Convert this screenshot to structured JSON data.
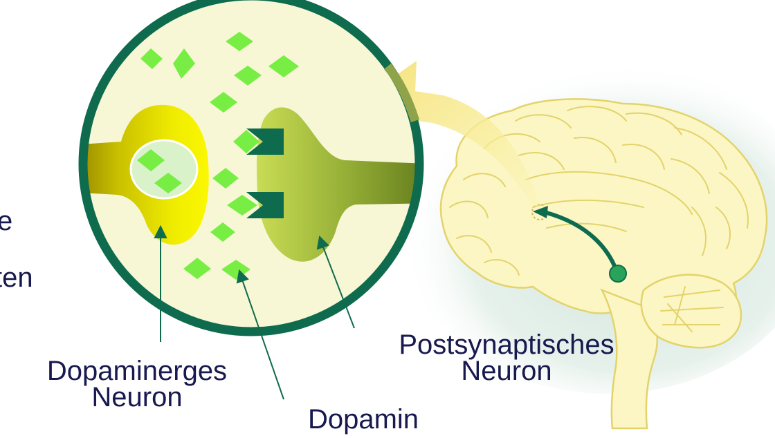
{
  "labels": {
    "dopaminergic_neuron": [
      "Dopaminerges",
      "Neuron"
    ],
    "postsynaptic_neuron": [
      "Postsynaptisches",
      "Neuron"
    ],
    "dopamine": "Dopamin"
  },
  "cut_off_text": [
    "e",
    "ten"
  ],
  "colors": {
    "ring": "#0e6b4d",
    "synapse_background": "#f7f7d5",
    "dopamine_molecule": "#78ee45",
    "dopaminergic_neuron": "#e5e000",
    "postsynaptic_neuron": "#9fb839",
    "receptor": "#0e6b4d",
    "brain_fill": "#fbf6c4",
    "brain_outline": "#e3d36a",
    "glow": "#cfe3d9",
    "pathway": "#0e6b4d",
    "magnify_arrow": "#f6e88a",
    "text": "#17194f"
  }
}
